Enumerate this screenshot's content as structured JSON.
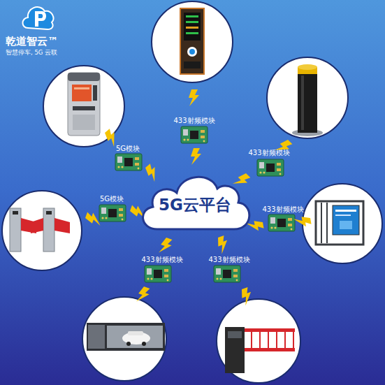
{
  "diagram": {
    "nodes": [
      {
        "text": [
          "5G云平台"
        ]
      }
    ],
    "labels": [
      "乾道智云™",
      "智慧停车, 5G 云联",
      "433射频模块",
      "5G模块",
      "433射频模块",
      "5G模块",
      "433射频模块",
      "433射频模块",
      "433射频模块"
    ]
  }
}
